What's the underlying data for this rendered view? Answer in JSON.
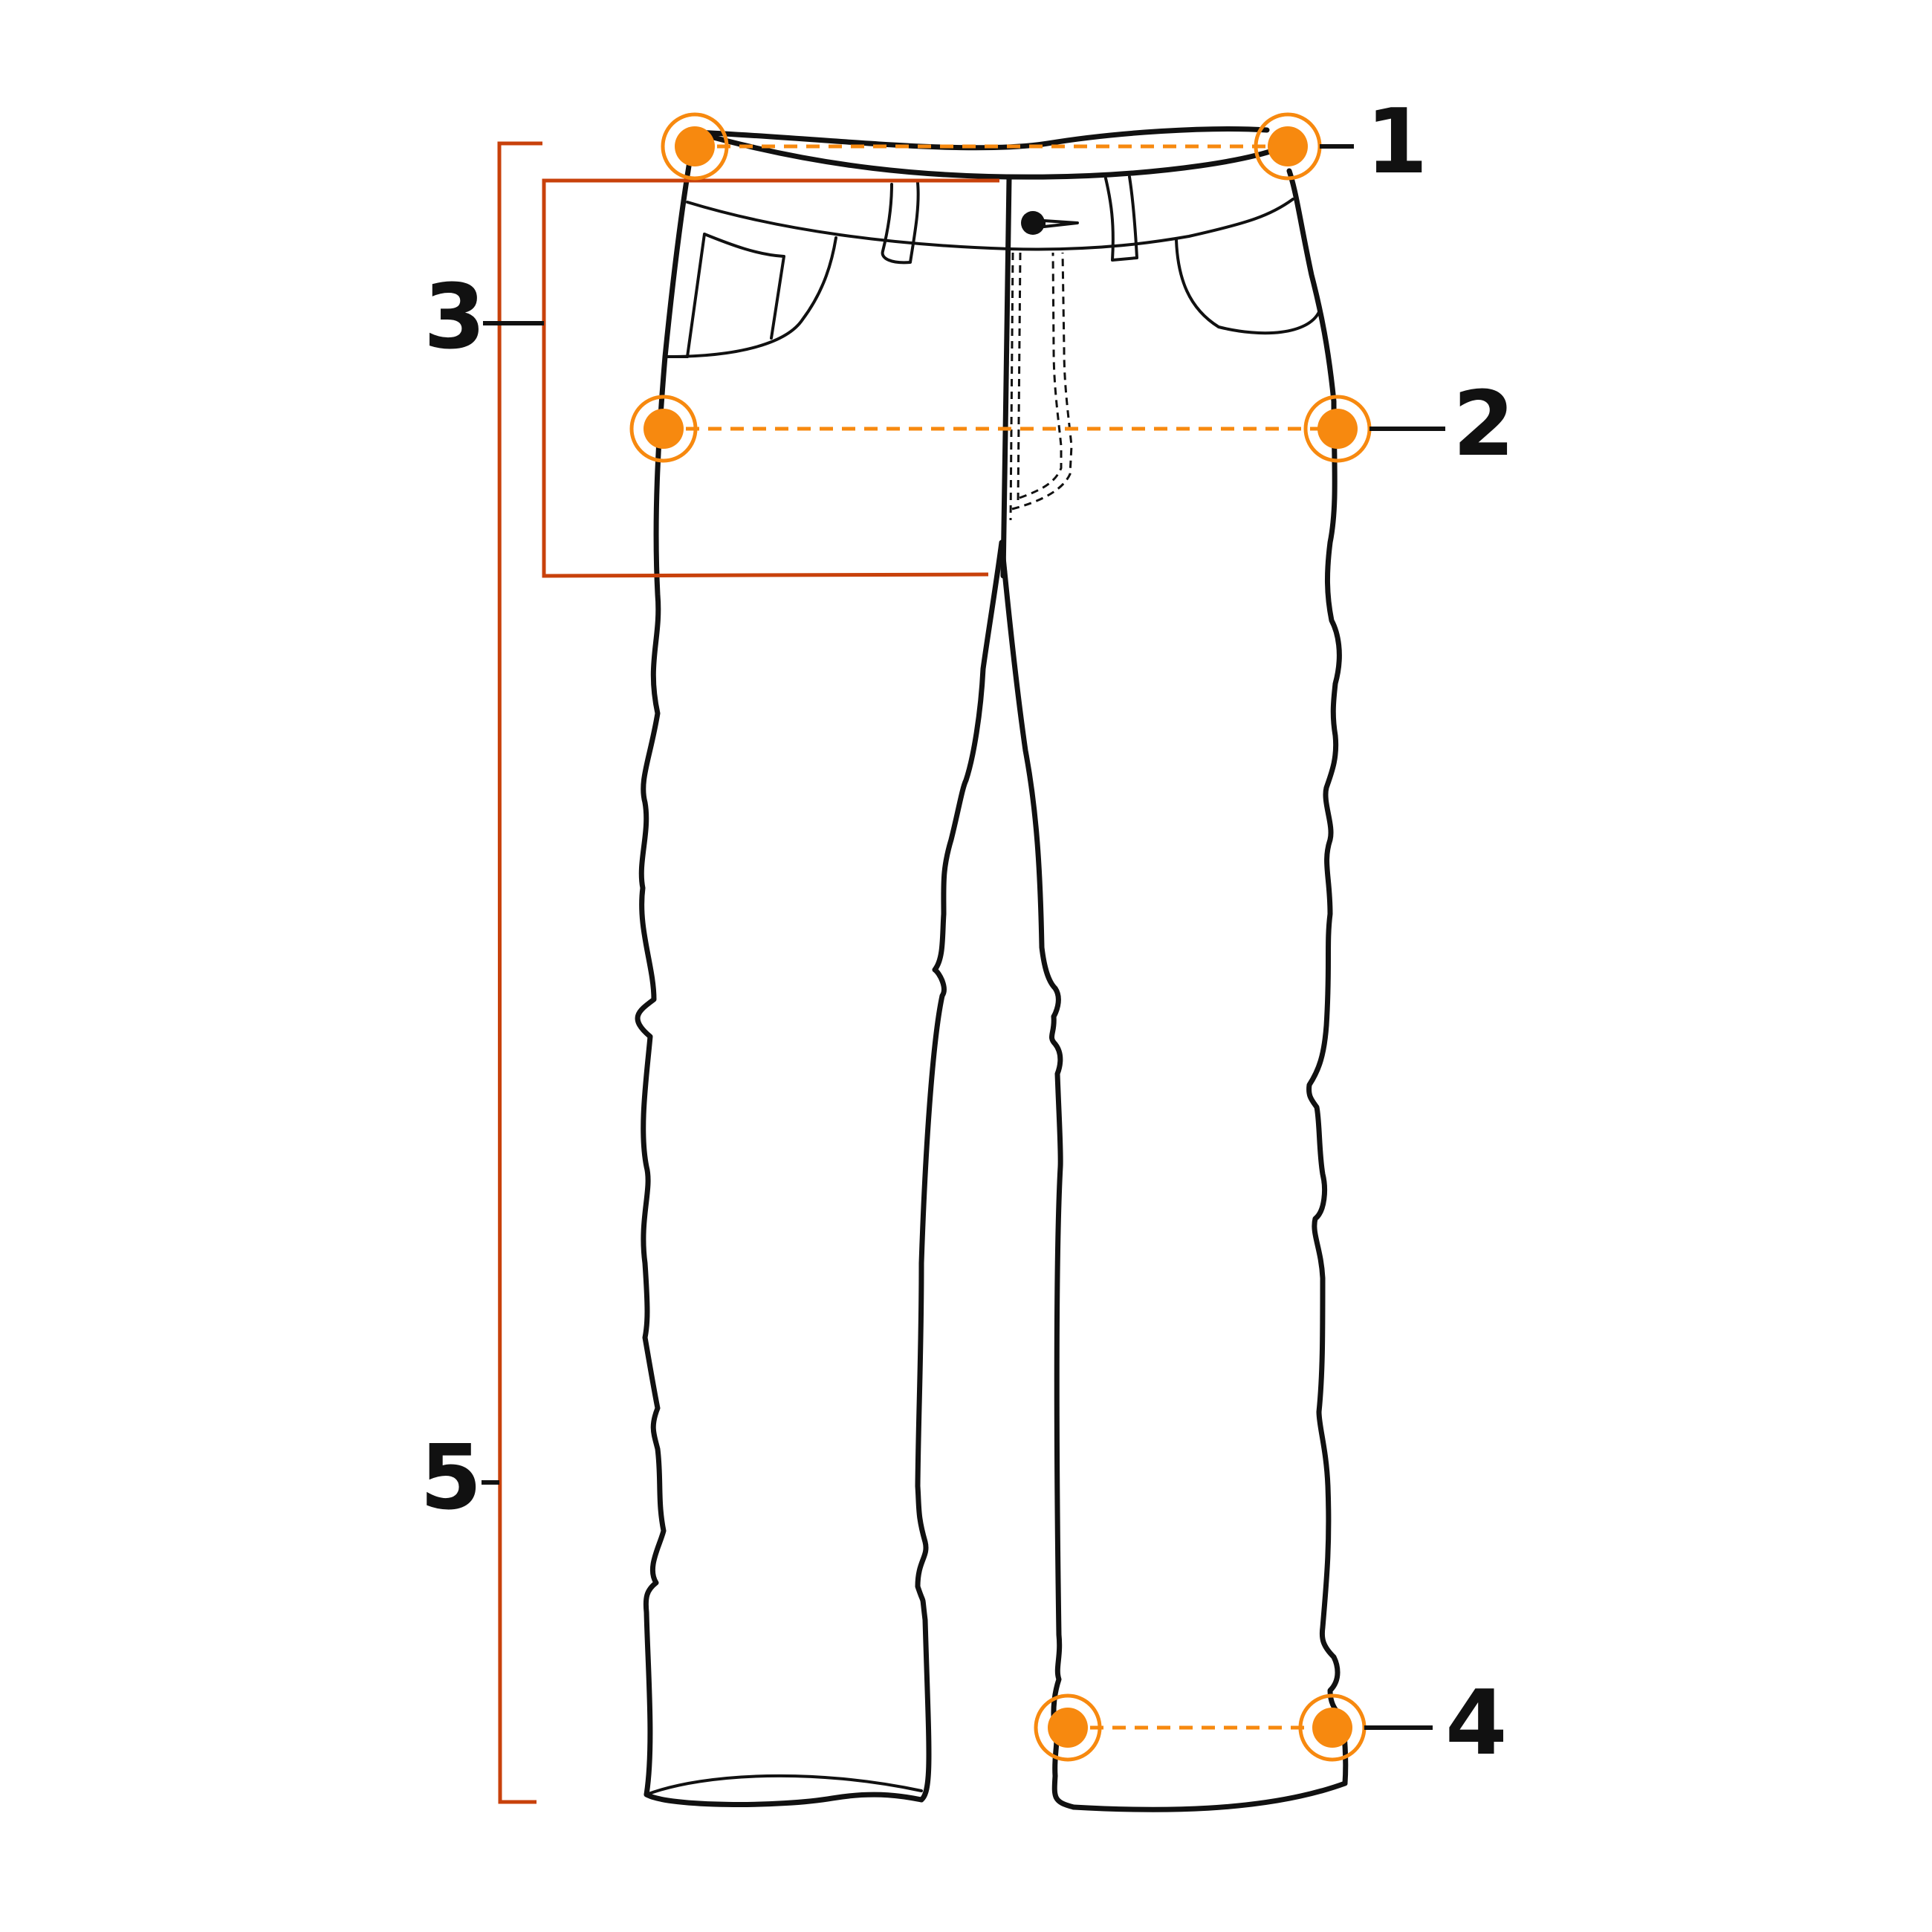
{
  "diagram": {
    "subject": "trousers",
    "colors": {
      "outline": "#111111",
      "measure_point": "#f7890f",
      "bracket": "#c8410b",
      "background": "#ffffff"
    },
    "measurements": [
      {
        "id": "1",
        "label": "1"
      },
      {
        "id": "2",
        "label": "2"
      },
      {
        "id": "3",
        "label": "3"
      },
      {
        "id": "4",
        "label": "4"
      },
      {
        "id": "5",
        "label": "5"
      }
    ]
  }
}
